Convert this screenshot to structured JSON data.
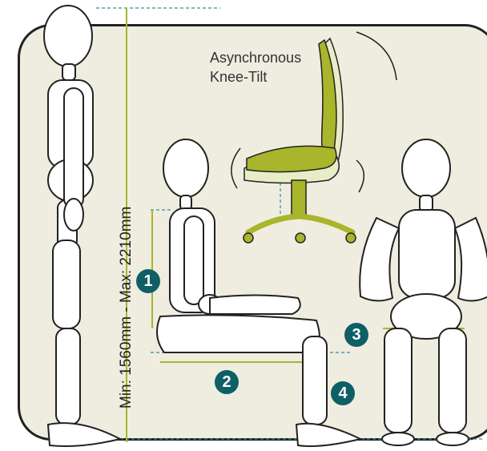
{
  "caption": {
    "line1": "Asynchronous",
    "line2": "Knee-Tilt"
  },
  "height_range_label": "Min: 1560mm - Max: 2210mm",
  "markers": [
    {
      "number": "1"
    },
    {
      "number": "2"
    },
    {
      "number": "3"
    },
    {
      "number": "4"
    }
  ],
  "colors": {
    "panel_background": "#efede0",
    "accent_green": "#a9b52a",
    "marker_teal": "#0f5f66",
    "outline": "#222222"
  }
}
